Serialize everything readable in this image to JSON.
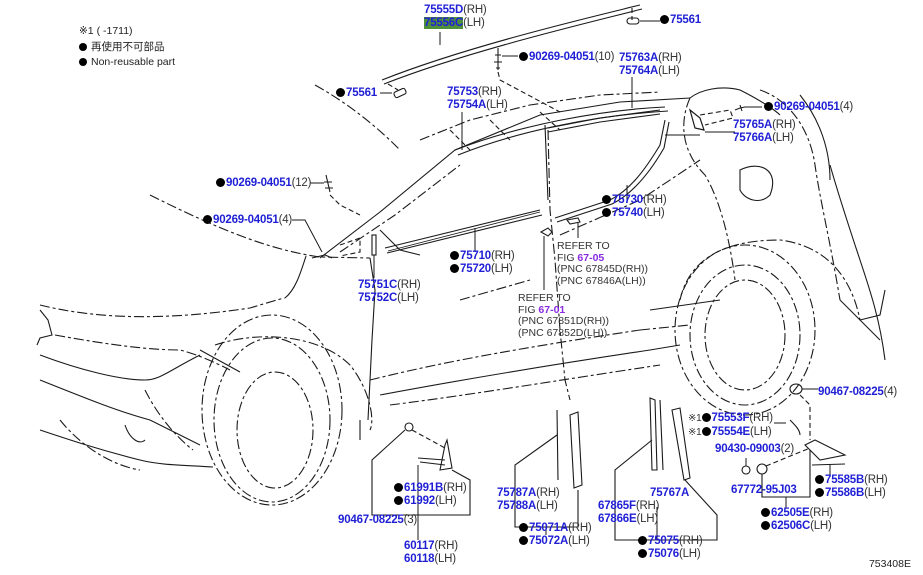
{
  "legend": {
    "note_mark": "※1",
    "note_range": "( -1711)",
    "non_reusable_jp": "再使用不可部品",
    "non_reusable_en": "Non-reusable part"
  },
  "illustration_id": "753408E",
  "callouts": {
    "roof_molding": {
      "rh": "75555D",
      "lh": "75556C",
      "highlighted": "75556C"
    },
    "clip_75561_top": {
      "pn": "75561"
    },
    "clip_75561_left": {
      "pn": "75561"
    },
    "clip_roof_10": {
      "pn": "90269-04051",
      "qty": "(10)"
    },
    "window_frame_rear": {
      "rh": "75763A",
      "lh": "75764A"
    },
    "window_frame_front": {
      "rh": "75753",
      "lh": "75754A"
    },
    "clip_rear_4": {
      "pn": "90269-04051",
      "qty": "(4)"
    },
    "quarter_molding": {
      "rh": "75765A",
      "lh": "75766A"
    },
    "clip_pillar_12": {
      "pn": "90269-04051",
      "qty": "(12)"
    },
    "clip_front_4": {
      "pn": "90269-04051",
      "qty": "(4)"
    },
    "rear_belt_molding": {
      "rh": "75730",
      "lh": "75740"
    },
    "front_belt_molding": {
      "rh": "75710",
      "lh": "75720"
    },
    "front_pillar_garnish": {
      "rh": "75751C",
      "lh": "75752C"
    },
    "refer_rear": {
      "line1": "REFER TO",
      "fig_label": "FIG",
      "fig": "67-05",
      "pnc_rh": "(PNC 67845D(RH))",
      "pnc_lh": "(PNC 67846A(LH))"
    },
    "refer_front": {
      "line1": "REFER TO",
      "fig_label": "FIG",
      "fig": "67-01",
      "pnc_rh": "(PNC 67851D(RH))",
      "pnc_lh": "(PNC 67852D(LH))"
    },
    "screw_bottom_4": {
      "pn": "90467-08225",
      "qty": "(4)"
    },
    "quarter_emblem": {
      "mark": "※1",
      "rh": "75553F",
      "lh": "75554E"
    },
    "screw_9003": {
      "pn": "90430-09003",
      "qty": "(2)"
    },
    "plug_95j03": {
      "pn": "67772-95J03"
    },
    "mudguard_rear": {
      "rh": "75585B",
      "lh": "75586B"
    },
    "mudguard_rear_set": {
      "rh": "62505E",
      "lh": "62506C"
    },
    "front_fender_garnish": {
      "rh": "61991B",
      "lh": "61992"
    },
    "screw_front_3": {
      "pn": "90467-08225",
      "qty": "(3)"
    },
    "front_fender_assy": {
      "rh": "60117",
      "lh": "60118"
    },
    "pillar_garnish_front": {
      "rh": "75787A",
      "lh": "75788A"
    },
    "pillar_tape_front": {
      "rh": "75071A",
      "lh": "75072A"
    },
    "pillar_garnish_center": {
      "pn": "75767A"
    },
    "door_garnish": {
      "rh": "67865F",
      "lh": "67866E"
    },
    "pillar_tape_rear": {
      "rh": "75075",
      "lh": "75076"
    },
    "suffix": {
      "rh": "(RH)",
      "lh": "(LH)"
    }
  },
  "colors": {
    "part_number": "#1f1fd6",
    "figure_ref": "#8a2be2",
    "highlight": "#4f8f3c",
    "line": "#1a1a1a"
  }
}
